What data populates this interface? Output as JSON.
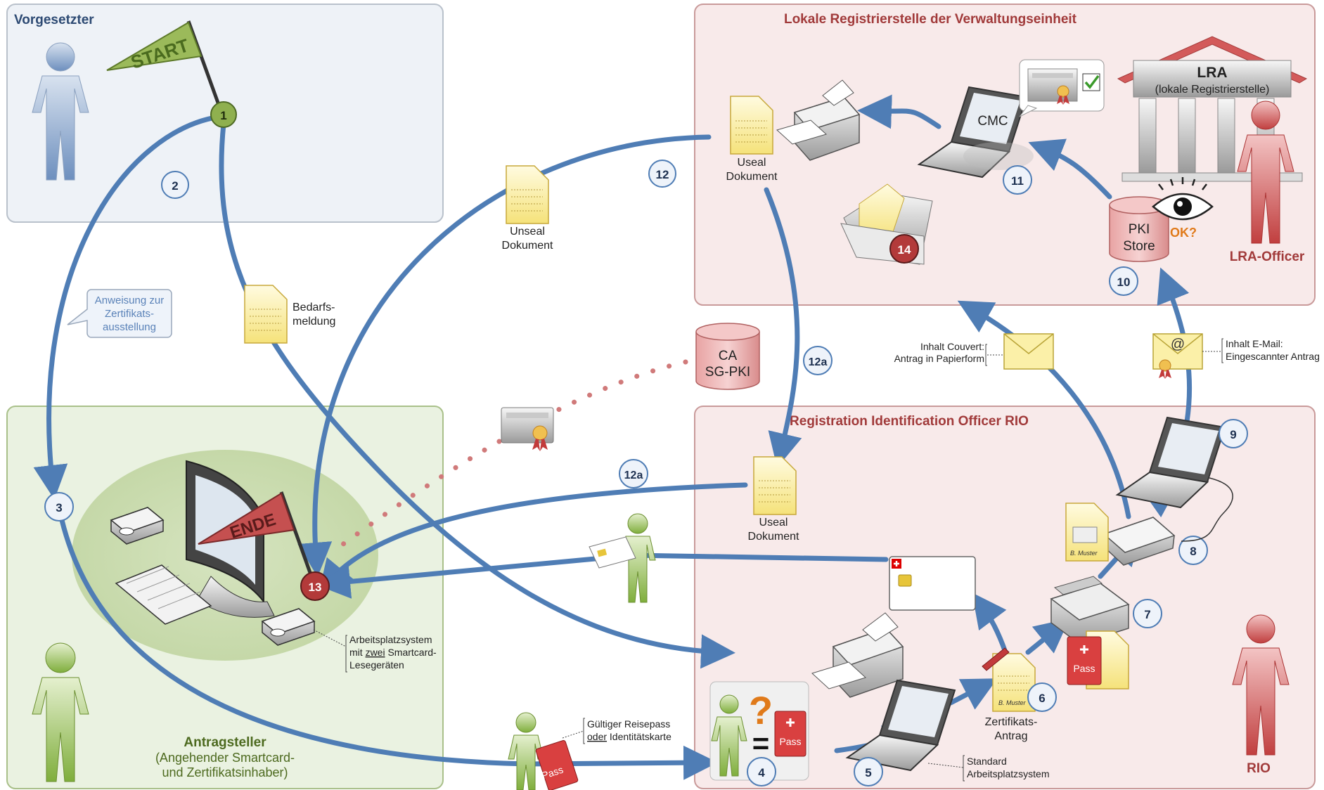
{
  "zones": {
    "vorgesetzter": "Vorgesetzter",
    "lra_title": "Lokale Registrierstelle der Verwaltungseinheit",
    "rio_title": "Registration Identification Officer RIO",
    "antragsteller_1": "Antragsteller",
    "antragsteller_2": "(Angehender Smartcard-",
    "antragsteller_3": "und Zertifikatsinhaber)"
  },
  "labels": {
    "start": "START",
    "ende": "ENDE",
    "lra": "LRA",
    "lra_sub": "(lokale Registrierstelle)",
    "lra_officer": "LRA-Officer",
    "rio": "RIO",
    "cmc": "CMC",
    "pki_store_1": "PKI",
    "pki_store_2": "Store",
    "ok": "OK?",
    "ca_1": "CA",
    "ca_2": "SG-PKI",
    "pass": "Pass",
    "useal_1": "Useal",
    "useal_2": "Dokument",
    "unseal_1": "Unseal",
    "unseal_2": "Dokument",
    "bedarfs_1": "Bedarfs-",
    "bedarfs_2": "meldung",
    "anweisung_1": "Anweisung zur",
    "anweisung_2": "Zertifikats-",
    "anweisung_3": "ausstellung",
    "zert_antrag_1": "Zertifikats-",
    "zert_antrag_2": "Antrag",
    "couvert_1": "Inhalt Couvert:",
    "couvert_2": "Antrag in Papierform",
    "email_1": "Inhalt E-Mail:",
    "email_2": "Eingescannter Antrag",
    "arbeitsplatz_1": "Arbeitsplatzsystem",
    "arbeitsplatz_2a": "mit ",
    "arbeitsplatz_2b": "zwei",
    "arbeitsplatz_2c": " Smartcard-",
    "arbeitsplatz_3": "Lesegeräten",
    "reisepass_1": "Gültiger Reisepass",
    "reisepass_2a": "oder",
    "reisepass_2b": " Identitätskarte",
    "standard_1": "Standard",
    "standard_2": "Arbeitsplatzsystem",
    "sig": "B. Muster"
  },
  "steps": {
    "s1": "1",
    "s2": "2",
    "s3": "3",
    "s4": "4",
    "s5": "5",
    "s6": "6",
    "s7": "7",
    "s8": "8",
    "s9": "9",
    "s10": "10",
    "s11": "11",
    "s12": "12",
    "s12a_top": "12a",
    "s12a_left": "12a",
    "s13": "13",
    "s14": "14"
  },
  "colors": {
    "arrow": "#4f7db5",
    "zone_blue": "#eef2f7",
    "zone_green": "#eaf2e1",
    "zone_red": "#f8eaea",
    "red_title": "#a13a3a",
    "green_title": "#4d6a1f",
    "blue_title": "#2d4a73"
  },
  "icons": [
    "person-icon",
    "flag-icon",
    "printer-icon",
    "laptop-icon",
    "monitor-icon",
    "document-icon",
    "certificate-icon",
    "envelope-icon",
    "database-icon",
    "building-icon",
    "eye-icon",
    "folder-icon",
    "pen-icon",
    "passport-icon",
    "smartcard-icon",
    "card-reader-icon",
    "keyboard-icon",
    "scanner-icon"
  ]
}
